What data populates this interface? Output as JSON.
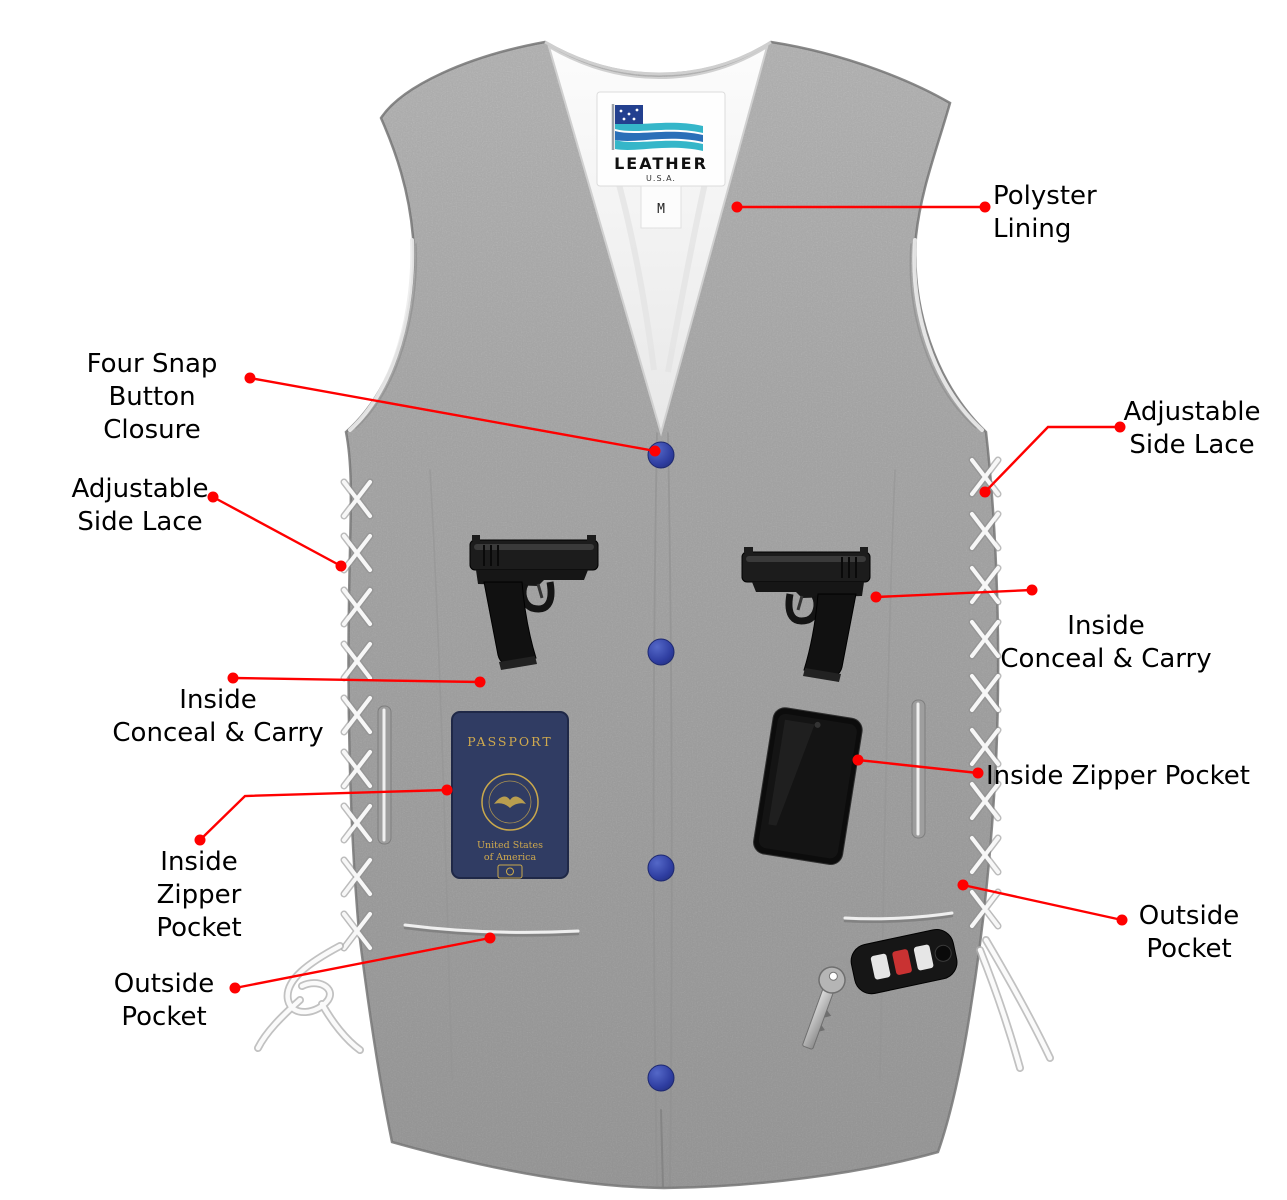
{
  "callouts": {
    "polyster_lining": "Polyster\nLining",
    "four_snap_button_closure": "Four Snap\nButton Closure",
    "adjustable_side_lace_right": "Adjustable\nSide Lace",
    "adjustable_side_lace_left": "Adjustable\nSide Lace",
    "inside_conceal_carry_right": "Inside\nConceal & Carry",
    "inside_conceal_carry_left": "Inside\nConceal & Carry",
    "inside_zipper_pocket_right": "Inside Zipper Pocket",
    "inside_zipper_pocket_left": "Inside\nZipper Pocket",
    "outside_pocket_right": "Outside\nPocket",
    "outside_pocket_left": "Outside\nPocket"
  },
  "vest": {
    "brand_tag": {
      "brand": "LEATHER",
      "origin": "U.S.A.",
      "size": "M"
    },
    "passport": {
      "title": "PASSPORT",
      "country_line1": "United States",
      "country_line2": "of America"
    }
  },
  "colors": {
    "callout_red": "#ff0000",
    "snap_button_blue": "#2e3da0",
    "passport_navy": "#303c63",
    "leather_gray": "#b3b3b3",
    "lining_white": "#f5f5f5",
    "label_text": "#000000"
  }
}
